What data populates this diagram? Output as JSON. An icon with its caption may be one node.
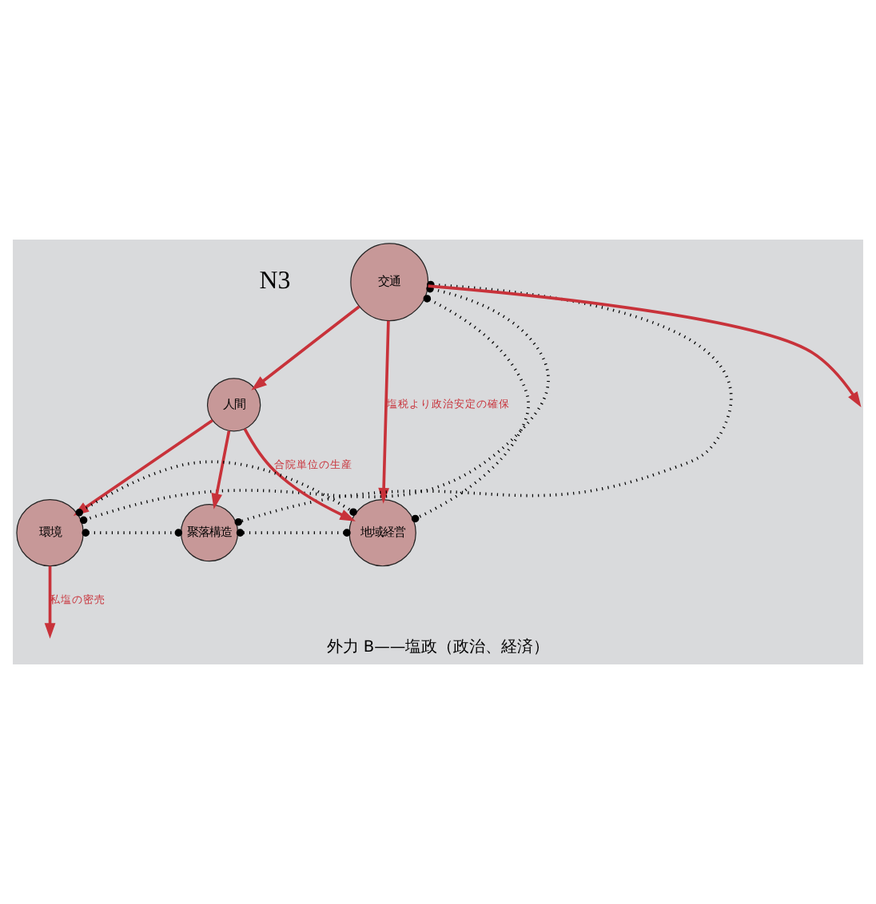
{
  "diagram": {
    "caption": "外力 B——塩政（政治、経済）",
    "nodes": [
      {
        "text": [
          "交通"
        ]
      },
      {
        "text": [
          "人間"
        ]
      },
      {
        "text": [
          "地域経営"
        ]
      },
      {
        "text": [
          "環境"
        ]
      },
      {
        "text": [
          "聚落構造"
        ]
      }
    ],
    "edges": [
      {
        "from": 0,
        "to": null,
        "arrow": "to"
      },
      {
        "from": 0,
        "to": 1,
        "arrow": "to"
      },
      {
        "from": 0,
        "to": 2,
        "arrow": "to",
        "label": "塩税より政治安定の確保"
      },
      {
        "from": 1,
        "to": 2,
        "arrow": "to",
        "label": "合院単位の生産"
      },
      {
        "from": 1,
        "to": 3,
        "arrow": "to"
      },
      {
        "from": 1,
        "to": 4,
        "arrow": "to"
      },
      {
        "from": 3,
        "to": null,
        "arrow": "to",
        "label": "私塩の密売"
      },
      {
        "from": 0,
        "to": 3,
        "arrow": "other",
        "style": "dashed",
        "color": "#000000"
      },
      {
        "from": 0,
        "to": 2,
        "arrow": "other",
        "style": "dashed",
        "color": "#000000"
      },
      {
        "from": 0,
        "to": 4,
        "arrow": "other",
        "style": "dashed",
        "color": "#000000"
      },
      {
        "from": 3,
        "to": 2,
        "arrow": "other",
        "style": "dashed",
        "color": "#000000"
      },
      {
        "from": 3,
        "to": 4,
        "arrow": "other",
        "style": "dashed",
        "color": "#000000"
      },
      {
        "from": 2,
        "to": 4,
        "arrow": "other",
        "style": "dashed",
        "color": "#000000"
      }
    ],
    "labels": [
      "N3"
    ]
  }
}
